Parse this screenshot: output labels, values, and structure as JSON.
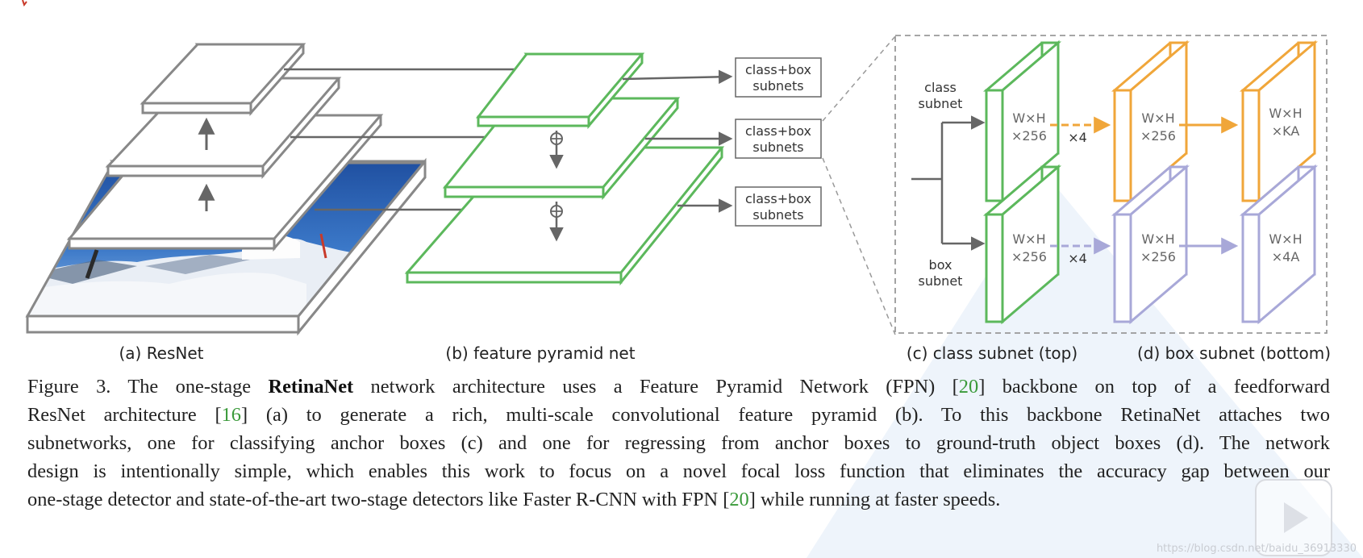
{
  "figure": {
    "panels": {
      "a": "(a) ResNet",
      "b": "(b) feature pyramid net",
      "c": "(c) class subnet (top)",
      "d": "(d) box subnet (bottom)"
    },
    "subnet_boxes": [
      {
        "line1": "class+box",
        "line2": "subnets"
      },
      {
        "line1": "class+box",
        "line2": "subnets"
      },
      {
        "line1": "class+box",
        "line2": "subnets"
      }
    ],
    "class_subnet": {
      "label_line1": "class",
      "label_line2": "subnet",
      "blocks": [
        {
          "line1": "W×H",
          "line2": "×256"
        },
        {
          "line1": "W×H",
          "line2": "×256"
        },
        {
          "line1": "W×H",
          "line2": "×KA"
        }
      ],
      "repeat": "×4"
    },
    "box_subnet": {
      "label_line1": "box",
      "label_line2": "subnet",
      "blocks": [
        {
          "line1": "W×H",
          "line2": "×256"
        },
        {
          "line1": "W×H",
          "line2": "×256"
        },
        {
          "line1": "W×H",
          "line2": "×4A"
        }
      ],
      "repeat": "×4"
    },
    "plus_symbol": "⊕",
    "colors": {
      "resnet": "#8a8a8a",
      "fpn": "#5cb85c",
      "class_subnet": "#f0a63a",
      "box_subnet": "#a8a8d8",
      "arrow": "#666666",
      "reference": "#3a9a3a"
    }
  },
  "caption": {
    "l1_a": "Figure 3. The one-stage ",
    "l1_bold": "RetinaNet",
    "l1_b": " network architecture uses a Feature Pyramid Network (FPN) [",
    "l1_ref": "20",
    "l1_c": "] backbone on top of a feedforward",
    "l2_a": "ResNet architecture [",
    "l2_ref": "16",
    "l2_b": "] (a) to generate a rich, multi-scale convolutional feature pyramid (b).  To this backbone RetinaNet attaches two",
    "l3": "subnetworks, one for classifying anchor boxes (c) and one for regressing from anchor boxes to ground-truth object boxes (d). The network",
    "l4": "design is intentionally simple, which enables this work to focus on a novel focal loss function that eliminates the accuracy gap between our",
    "l5_a": "one-stage detector and state-of-the-art two-stage detectors like Faster R-CNN with FPN [",
    "l5_ref": "20",
    "l5_b": "] while running at faster speeds."
  },
  "watermark": {
    "url": "https://blog.csdn.net/baidu_36913330"
  }
}
